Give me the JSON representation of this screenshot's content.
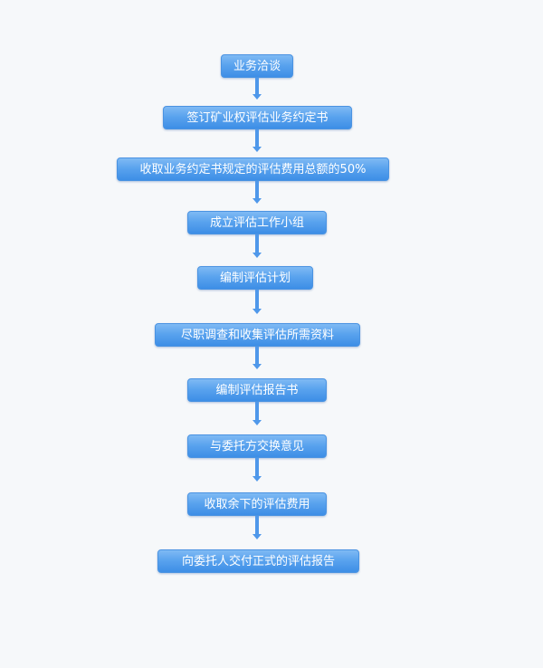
{
  "flowchart": {
    "steps": [
      "业务洽谈",
      "签订矿业权评估业务约定书",
      "收取业务约定书规定的评估费用总额的50%",
      "成立评估工作小组",
      "编制评估计划",
      "尽职调查和收集评估所需资料",
      "编制评估报告书",
      "与委托方交换意见",
      "收取余下的评估费用",
      "向委托人交付正式的评估报告"
    ]
  },
  "colors": {
    "background": "#f6f8fa",
    "box_top": "#7fbaf4",
    "box_bottom": "#3d8ee6",
    "arrow": "#4f98ea",
    "text": "#ffffff"
  }
}
